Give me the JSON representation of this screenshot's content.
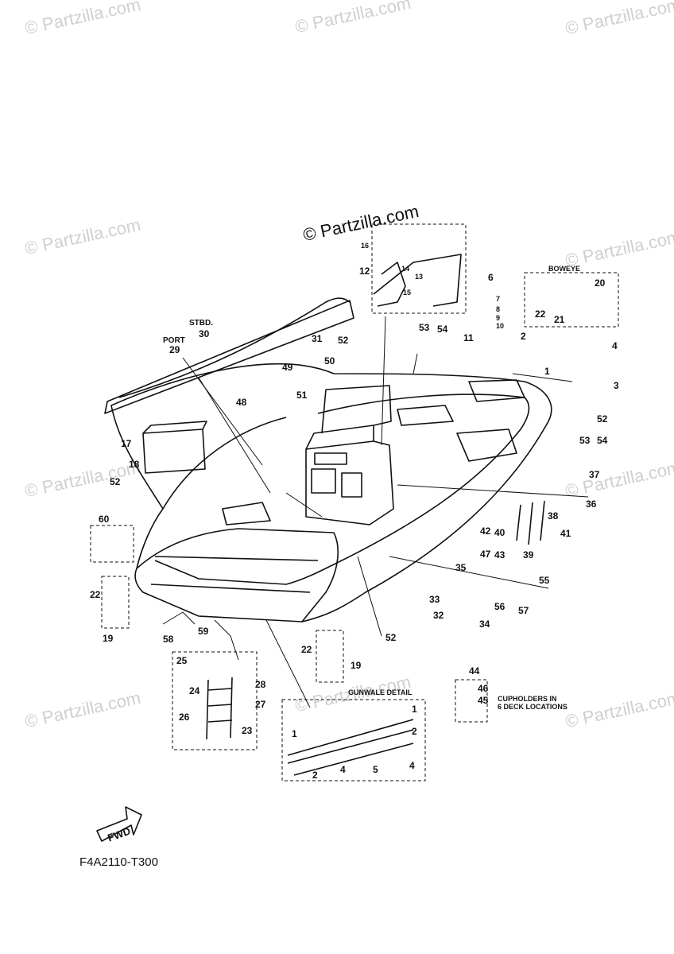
{
  "watermark": "© Partzilla.com",
  "watermark_center": "© Partzilla.com",
  "drawing_code": "F4A2110-T300",
  "fwd_label": "FWD",
  "captions": {
    "boweye": "BOWEYE",
    "stbd": "STBD.",
    "port": "PORT",
    "gunwale_detail": "GUNWALE DETAIL",
    "cupholders_line1": "CUPHOLDERS IN",
    "cupholders_line2": "6 DECK LOCATIONS"
  },
  "callouts": [
    {
      "id": "c1a",
      "text": "1"
    },
    {
      "id": "c2a",
      "text": "2"
    },
    {
      "id": "c3",
      "text": "3"
    },
    {
      "id": "c4a",
      "text": "4"
    },
    {
      "id": "c6",
      "text": "6"
    },
    {
      "id": "c7",
      "text": "7"
    },
    {
      "id": "c8",
      "text": "8"
    },
    {
      "id": "c9",
      "text": "9"
    },
    {
      "id": "c10",
      "text": "10"
    },
    {
      "id": "c11",
      "text": "11"
    },
    {
      "id": "c12",
      "text": "12"
    },
    {
      "id": "c13",
      "text": "13"
    },
    {
      "id": "c14",
      "text": "14"
    },
    {
      "id": "c15",
      "text": "15"
    },
    {
      "id": "c16",
      "text": "16"
    },
    {
      "id": "c17",
      "text": "17"
    },
    {
      "id": "c18",
      "text": "18"
    },
    {
      "id": "c19a",
      "text": "19"
    },
    {
      "id": "c19b",
      "text": "19"
    },
    {
      "id": "c20",
      "text": "20"
    },
    {
      "id": "c21",
      "text": "21"
    },
    {
      "id": "c22a",
      "text": "22"
    },
    {
      "id": "c22b",
      "text": "22"
    },
    {
      "id": "c22c",
      "text": "22"
    },
    {
      "id": "c23",
      "text": "23"
    },
    {
      "id": "c24",
      "text": "24"
    },
    {
      "id": "c25",
      "text": "25"
    },
    {
      "id": "c26",
      "text": "26"
    },
    {
      "id": "c27",
      "text": "27"
    },
    {
      "id": "c28",
      "text": "28"
    },
    {
      "id": "c29",
      "text": "29"
    },
    {
      "id": "c30",
      "text": "30"
    },
    {
      "id": "c31",
      "text": "31"
    },
    {
      "id": "c32",
      "text": "32"
    },
    {
      "id": "c33",
      "text": "33"
    },
    {
      "id": "c34",
      "text": "34"
    },
    {
      "id": "c35",
      "text": "35"
    },
    {
      "id": "c36",
      "text": "36"
    },
    {
      "id": "c37",
      "text": "37"
    },
    {
      "id": "c38",
      "text": "38"
    },
    {
      "id": "c39",
      "text": "39"
    },
    {
      "id": "c40",
      "text": "40"
    },
    {
      "id": "c41",
      "text": "41"
    },
    {
      "id": "c42",
      "text": "42"
    },
    {
      "id": "c43",
      "text": "43"
    },
    {
      "id": "c44",
      "text": "44"
    },
    {
      "id": "c45",
      "text": "45"
    },
    {
      "id": "c46",
      "text": "46"
    },
    {
      "id": "c47",
      "text": "47"
    },
    {
      "id": "c48",
      "text": "48"
    },
    {
      "id": "c49",
      "text": "49"
    },
    {
      "id": "c50",
      "text": "50"
    },
    {
      "id": "c51",
      "text": "51"
    },
    {
      "id": "c52a",
      "text": "52"
    },
    {
      "id": "c52b",
      "text": "52"
    },
    {
      "id": "c52c",
      "text": "52"
    },
    {
      "id": "c52d",
      "text": "52"
    },
    {
      "id": "c52e",
      "text": "52"
    },
    {
      "id": "c53a",
      "text": "53"
    },
    {
      "id": "c53b",
      "text": "53"
    },
    {
      "id": "c54a",
      "text": "54"
    },
    {
      "id": "c54b",
      "text": "54"
    },
    {
      "id": "c55",
      "text": "55"
    },
    {
      "id": "c56",
      "text": "56"
    },
    {
      "id": "c57",
      "text": "57"
    },
    {
      "id": "c58",
      "text": "58"
    },
    {
      "id": "c59",
      "text": "59"
    },
    {
      "id": "c60",
      "text": "60"
    },
    {
      "id": "g1a",
      "text": "1"
    },
    {
      "id": "g1b",
      "text": "1"
    },
    {
      "id": "g2a",
      "text": "2"
    },
    {
      "id": "g2b",
      "text": "2"
    },
    {
      "id": "g4a",
      "text": "4"
    },
    {
      "id": "g4b",
      "text": "4"
    },
    {
      "id": "g5",
      "text": "5"
    }
  ]
}
